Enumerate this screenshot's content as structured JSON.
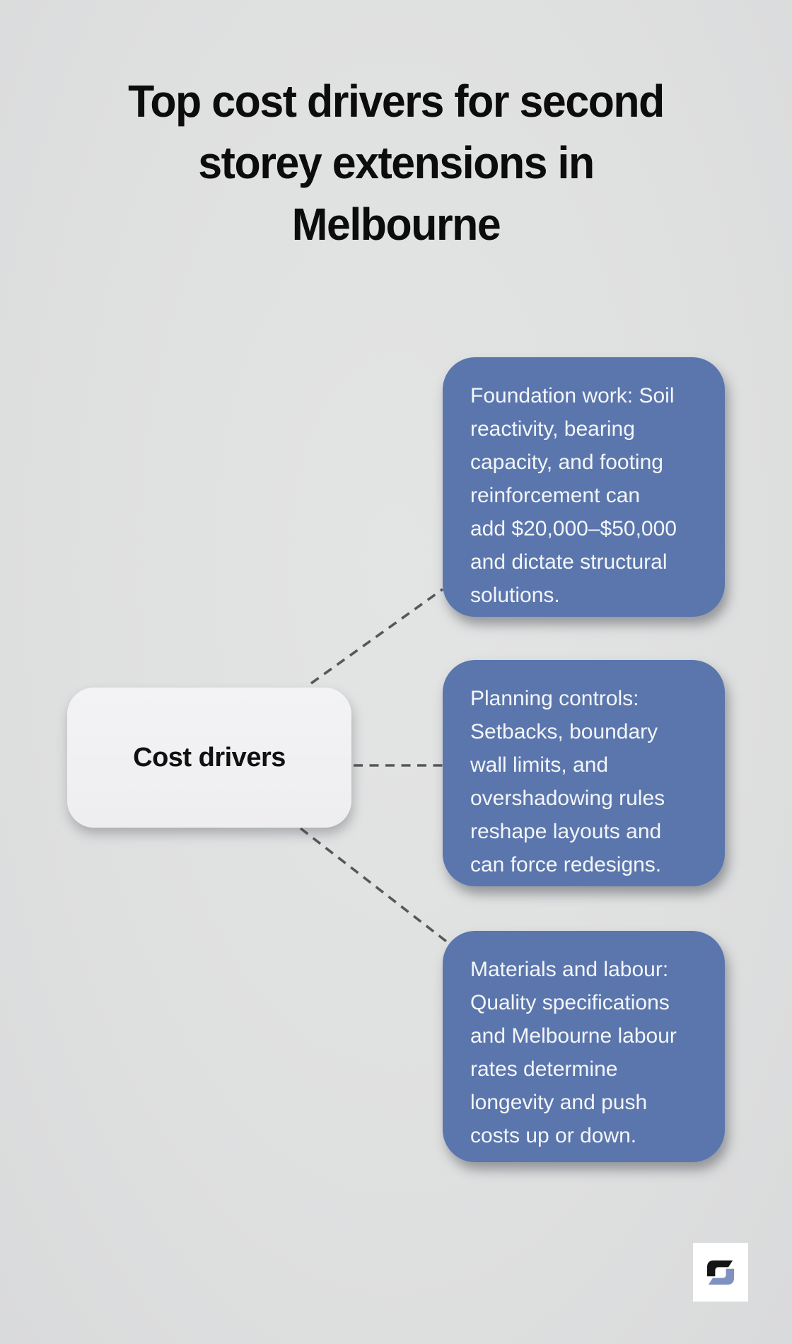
{
  "title": "Top cost drivers for second\nstorey extensions in\nMelbourne",
  "root_node": {
    "label": "Cost drivers"
  },
  "branches": [
    {
      "id": "foundation-work",
      "text": "Foundation work: Soil\nreactivity, bearing\ncapacity, and footing\nreinforcement can\nadd $20,000–$50,000\nand dictate structural\nsolutions."
    },
    {
      "id": "planning-controls",
      "text": "Planning controls:\nSetbacks, boundary\nwall limits, and\novershadowing rules\nreshape layouts and\ncan force redesigns."
    },
    {
      "id": "materials-and-labour",
      "text": "Materials and labour:\nQuality specifications\nand Melbourne labour\nrates determine\nlongevity and push\ncosts up or down."
    }
  ],
  "logo": {
    "icon": "s-monogram-logo"
  },
  "colors": {
    "background": "#e0e1e1",
    "branch_fill": "#5b76ad",
    "branch_text": "#f3f6f8",
    "node_fill": "#f1f1f3",
    "node_text": "#111111",
    "title_text": "#0c0c0c",
    "connector": "#55585b",
    "logo_black": "#141414",
    "logo_blue": "#7f90c1"
  }
}
